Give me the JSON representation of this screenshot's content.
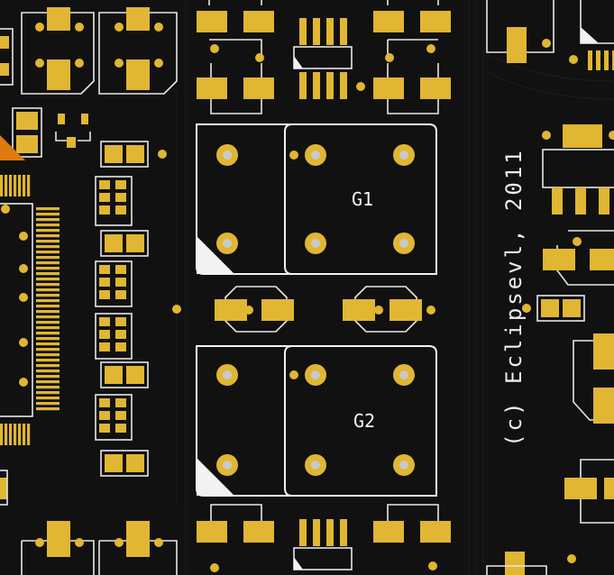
{
  "labels": {
    "g1": "G1",
    "g2": "G2",
    "copyright": "(c) Eclipsevl, 2011"
  },
  "colors": {
    "board": "#111111",
    "silkscreen": "#f2f2f2",
    "copper_pad": "#e0b632",
    "drill": "#c9c9c9",
    "highlight": "#e07a10"
  }
}
